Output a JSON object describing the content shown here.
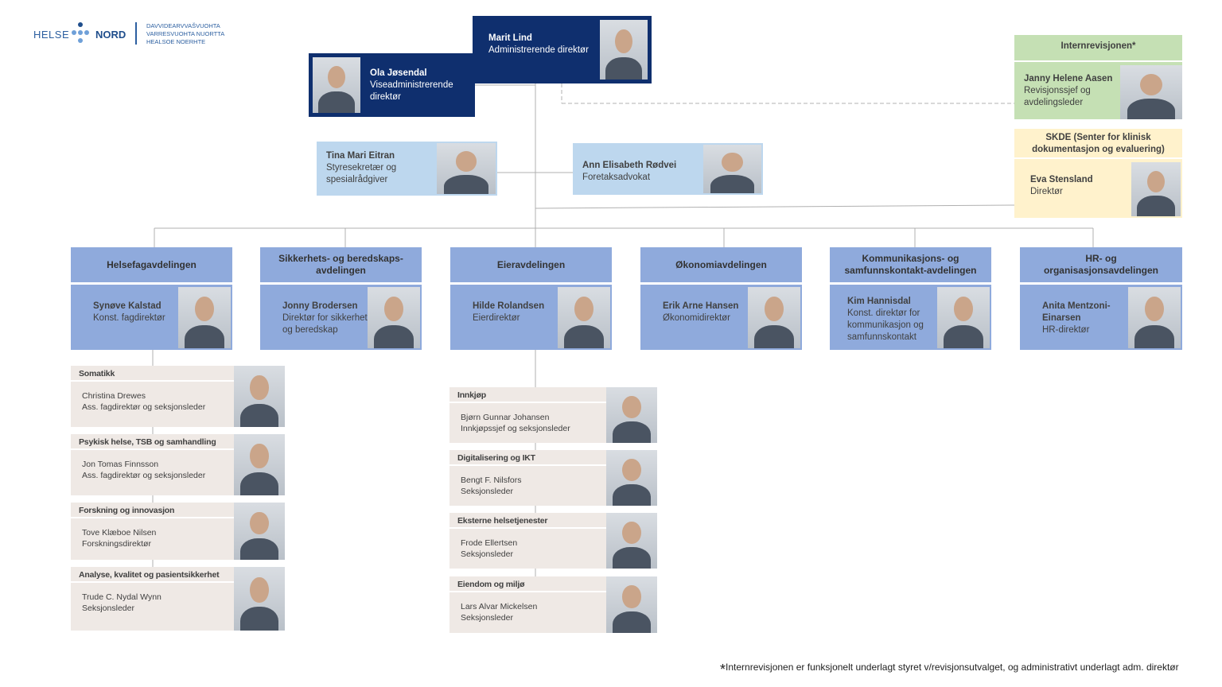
{
  "logo": {
    "left": "HELSE",
    "right": "NORD",
    "sub": [
      "DAVVIDEARVVAŠVUOHTA",
      "VARRESVUOHTA NUORTTA",
      "HEALSOE NOERHTE"
    ]
  },
  "ceo": {
    "name": "Marit Lind",
    "title": "Administrerende direktør"
  },
  "deputy": {
    "name": "Ola Jøsendal",
    "title": "Viseadministrerende direktør"
  },
  "secretary": {
    "name": "Tina Mari Eitran",
    "title": "Styresekretær og spesialrådgiver"
  },
  "lawyer": {
    "name": "Ann Elisabeth Rødvei",
    "title": "Foretaksadvokat"
  },
  "audit": {
    "header": "Internrevisjonen*",
    "name": "Janny Helene Aasen",
    "title": "Revisjonssjef og avdelingsleder"
  },
  "skde": {
    "header": "SKDE (Senter for klinisk dokumentasjon og evaluering)",
    "name": "Eva Stensland",
    "title": "Direktør"
  },
  "departments": [
    {
      "header": "Helsefagavdelingen",
      "name": "Synøve Kalstad",
      "title": "Konst. fagdirektør"
    },
    {
      "header": "Sikkerhets- og beredskaps-avdelingen",
      "name": "Jonny Brodersen",
      "title": "Direktør for sikkerhet og beredskap"
    },
    {
      "header": "Eieravdelingen",
      "name": "Hilde Rolandsen",
      "title": "Eierdirektør"
    },
    {
      "header": "Økonomiavdelingen",
      "name": "Erik Arne Hansen",
      "title": "Økonomidirektør"
    },
    {
      "header": "Kommunikasjons- og samfunnskontakt-avdelingen",
      "name": "Kim Hannisdal",
      "title": "Konst. direktør for kommunikasjon og samfunnskontakt"
    },
    {
      "header": "HR- og organisasjonsavdelingen",
      "name": "Anita Mentzoni-Einarsen",
      "title": "HR-direktør"
    }
  ],
  "health_sections": [
    {
      "header": "Somatikk",
      "name": "Christina Drewes",
      "title": "Ass. fagdirektør og seksjonsleder"
    },
    {
      "header": "Psykisk helse, TSB og samhandling",
      "name": "Jon Tomas Finnsson",
      "title": "Ass. fagdirektør og seksjonsleder"
    },
    {
      "header": "Forskning og innovasjon",
      "name": "Tove Klæboe Nilsen",
      "title": "Forskningsdirektør"
    },
    {
      "header": "Analyse, kvalitet og pasientsikkerhet",
      "name": "Trude C. Nydal Wynn",
      "title": "Seksjonsleder"
    }
  ],
  "owner_sections": [
    {
      "header": "Innkjøp",
      "name": "Bjørn Gunnar Johansen",
      "title": "Innkjøpssjef og seksjonsleder"
    },
    {
      "header": "Digitalisering og IKT",
      "name": "Bengt F. Nilsfors",
      "title": "Seksjonsleder"
    },
    {
      "header": "Eksterne helsetjenester",
      "name": "Frode Ellertsen",
      "title": "Seksjonsleder"
    },
    {
      "header": "Eiendom og miljø",
      "name": "Lars Alvar Mickelsen",
      "title": "Seksjonsleder"
    }
  ],
  "footnote": {
    "mark": "*",
    "text": "Internrevisjonen er funksjonelt underlagt styret v/revisjonsutvalget, og administrativt underlagt adm. direktør"
  }
}
